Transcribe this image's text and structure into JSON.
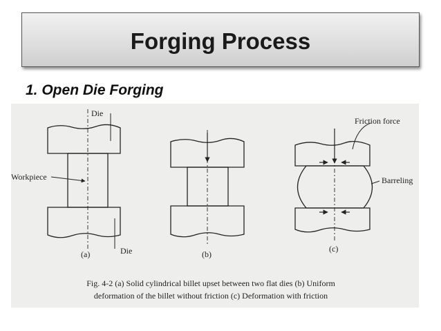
{
  "slide": {
    "title": "Forging Process",
    "subtitle": "1. Open Die Forging"
  },
  "figure": {
    "labels": {
      "die_top": "Die",
      "die_bottom": "Die",
      "workpiece": "Workpiece",
      "friction_force": "Friction force",
      "barreling": "Barreling",
      "panel_a": "(a)",
      "panel_b": "(b)",
      "panel_c": "(c)"
    },
    "caption_line1": "Fig. 4-2    (a) Solid cylindrical billet upset between two flat dies (b) Uniform",
    "caption_line2": "deformation of the billet without friction (c) Deformation with friction"
  }
}
